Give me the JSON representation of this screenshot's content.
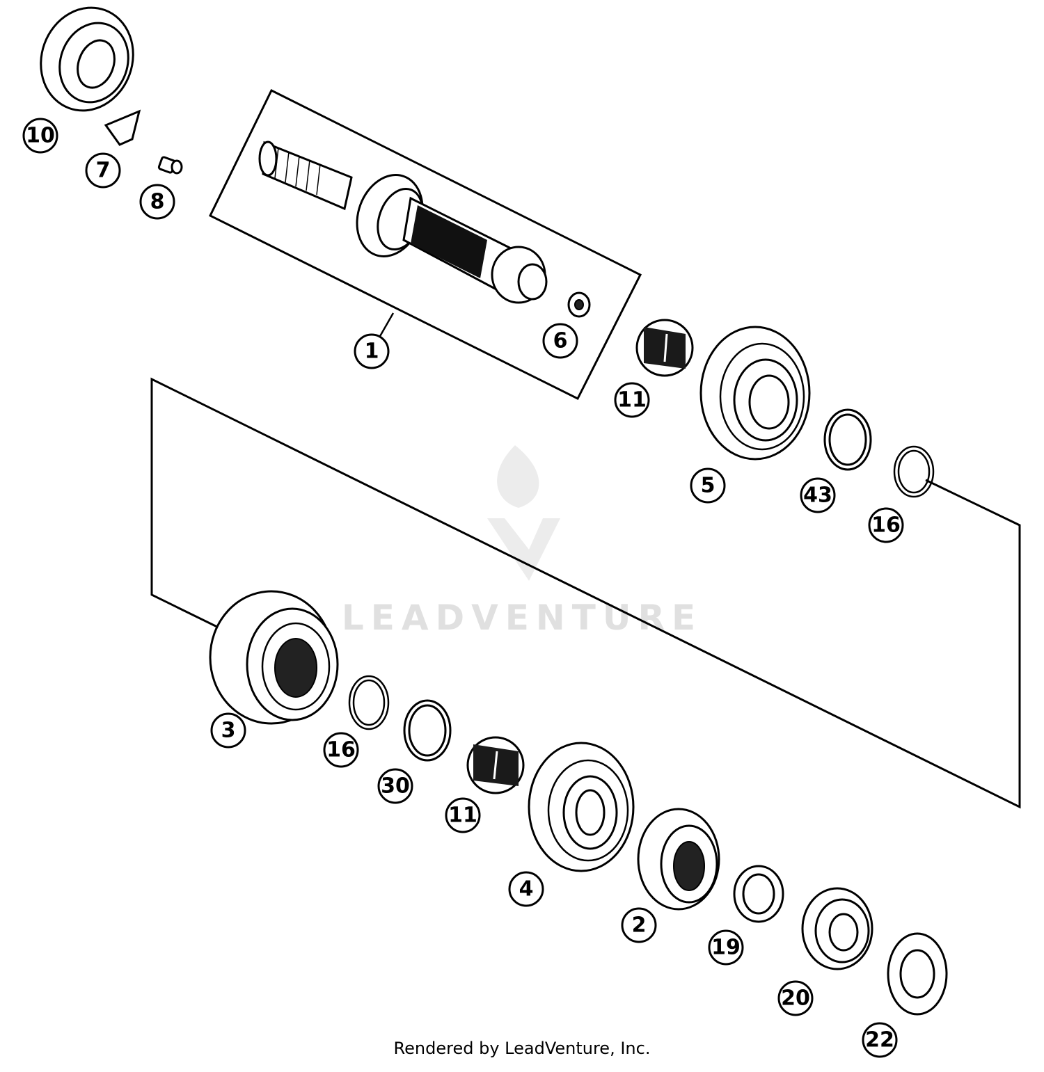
{
  "diagram": {
    "callouts": [
      {
        "id": "c10",
        "label": "10"
      },
      {
        "id": "c7",
        "label": "7"
      },
      {
        "id": "c8",
        "label": "8"
      },
      {
        "id": "c1",
        "label": "1"
      },
      {
        "id": "c6",
        "label": "6"
      },
      {
        "id": "c11a",
        "label": "11"
      },
      {
        "id": "c5",
        "label": "5"
      },
      {
        "id": "c43",
        "label": "43"
      },
      {
        "id": "c16a",
        "label": "16"
      },
      {
        "id": "c3",
        "label": "3"
      },
      {
        "id": "c16b",
        "label": "16"
      },
      {
        "id": "c30",
        "label": "30"
      },
      {
        "id": "c11b",
        "label": "11"
      },
      {
        "id": "c4",
        "label": "4"
      },
      {
        "id": "c2",
        "label": "2"
      },
      {
        "id": "c19",
        "label": "19"
      },
      {
        "id": "c20",
        "label": "20"
      },
      {
        "id": "c22",
        "label": "22"
      }
    ]
  },
  "watermark": {
    "text": "LEADVENTURE"
  },
  "footer": {
    "credit": "Rendered by LeadVenture, Inc."
  }
}
